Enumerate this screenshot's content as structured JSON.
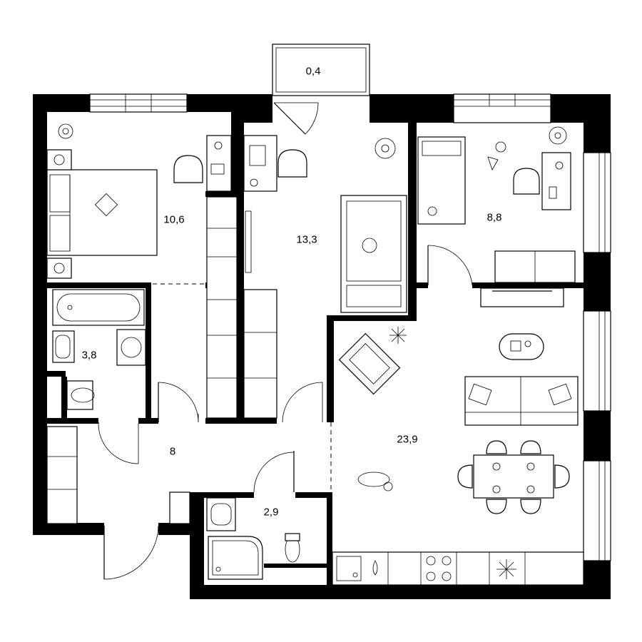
{
  "rooms": [
    {
      "id": "balcony",
      "area": "0,4"
    },
    {
      "id": "bedroom",
      "area": "10,6"
    },
    {
      "id": "study",
      "area": "13,3"
    },
    {
      "id": "kids-room",
      "area": "8,8"
    },
    {
      "id": "bathroom",
      "area": "3,8"
    },
    {
      "id": "hallway",
      "area": "8"
    },
    {
      "id": "toilet",
      "area": "2,9"
    },
    {
      "id": "living-kitchen",
      "area": "23,9"
    }
  ]
}
